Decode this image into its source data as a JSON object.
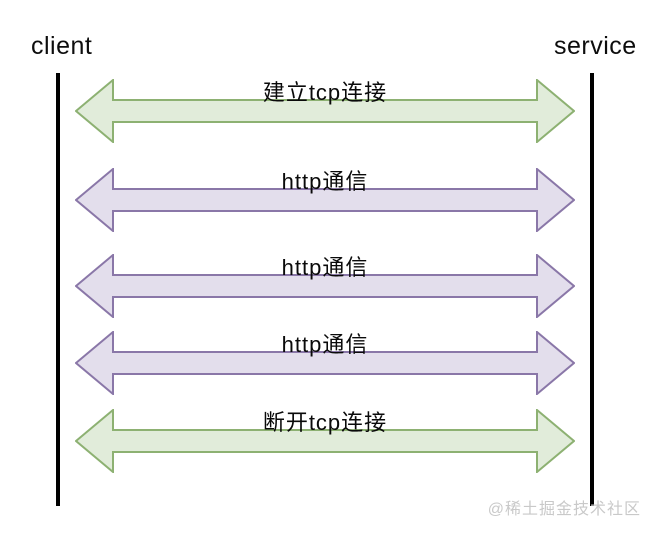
{
  "endpoints": {
    "client": "client",
    "service": "service"
  },
  "arrows": [
    {
      "label": "建立tcp连接",
      "direction": "bidirectional",
      "color_theme": "green"
    },
    {
      "label": "http通信",
      "direction": "bidirectional",
      "color_theme": "purple"
    },
    {
      "label": "http通信",
      "direction": "bidirectional",
      "color_theme": "purple"
    },
    {
      "label": "http通信",
      "direction": "bidirectional",
      "color_theme": "purple"
    },
    {
      "label": "断开tcp连接",
      "direction": "bidirectional",
      "color_theme": "green"
    }
  ],
  "watermark": "@稀土掘金技术社区",
  "colors": {
    "green_fill": "#e1ecda",
    "green_stroke": "#8db172",
    "purple_fill": "#e3deec",
    "purple_stroke": "#8a77a8",
    "lifeline": "#000000",
    "watermark_text": "#c9c9c9"
  }
}
